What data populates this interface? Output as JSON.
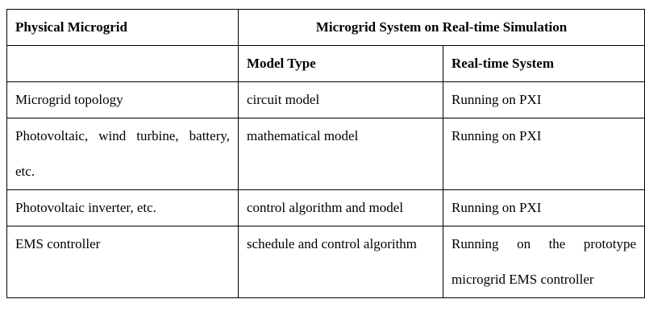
{
  "table": {
    "header": {
      "col1": "Physical Microgrid",
      "col23": "Microgrid System on Real-time Simulation"
    },
    "subheader": {
      "col1": "",
      "col2": "Model Type",
      "col3": "Real-time System"
    },
    "rows": [
      {
        "physical": "Microgrid topology",
        "model_type": "circuit model",
        "realtime": "Running on PXI"
      },
      {
        "physical": "Photovoltaic, wind turbine, battery, etc.",
        "model_type": "mathematical model",
        "realtime": "Running on PXI"
      },
      {
        "physical": "Photovoltaic inverter, etc.",
        "model_type": "control algorithm and model",
        "realtime": "Running on PXI"
      },
      {
        "physical": "EMS controller",
        "model_type": "schedule and control algorithm",
        "realtime": "Running on the prototype microgrid EMS controller"
      }
    ]
  }
}
